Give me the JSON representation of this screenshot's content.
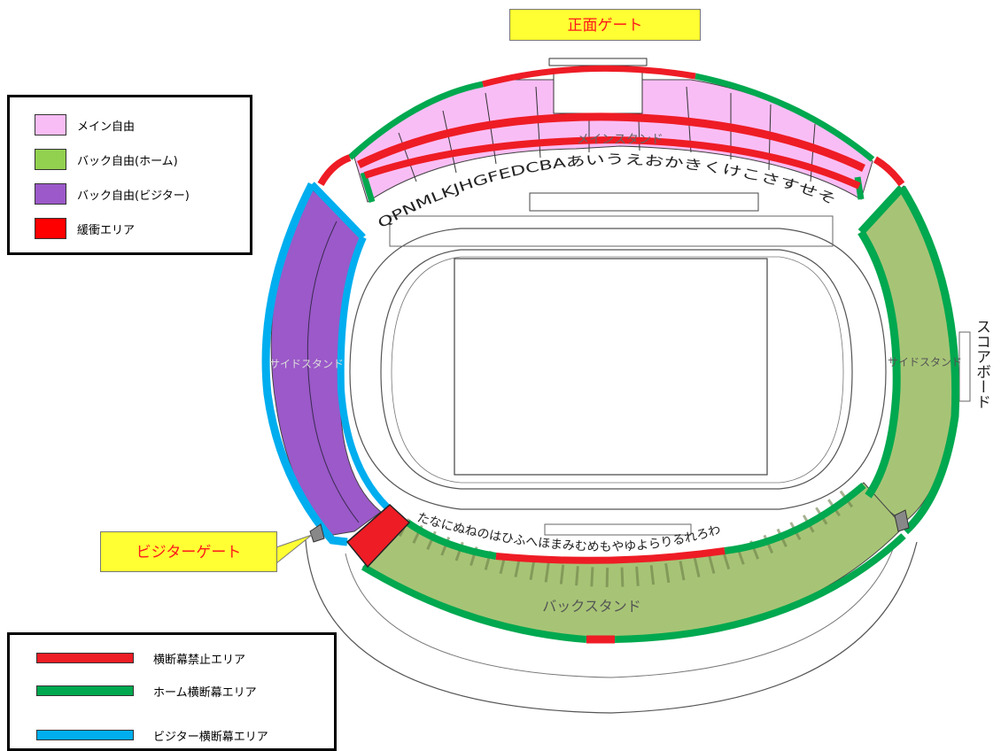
{
  "gates": {
    "main": "正面ゲート",
    "visitor": "ビジターゲート"
  },
  "stands": {
    "main": "メインスタンド",
    "side_left": "サイドスタンド",
    "side_right": "サイドスタンド",
    "back": "バックスタンド",
    "scoreboard": "スコアボード"
  },
  "main_row_labels": "QPNMLKJHGFEDCBAあいうえおかきくけこさすせそ",
  "back_row_labels": "たなにぬねのはひふへほまみむめもやゆよらりるれろわ",
  "seat_legend": [
    {
      "label": "メイン自由",
      "color": "#f9bdf5"
    },
    {
      "label": "バック自由(ホーム)",
      "color": "#92d050"
    },
    {
      "label": "バック自由(ビジター)",
      "color": "#9b59c9"
    },
    {
      "label": "緩衝エリア",
      "color": "#ff0000"
    }
  ],
  "banner_legend": [
    {
      "label": "横断幕禁止エリア",
      "color": "#ff0000"
    },
    {
      "label": "ホーム横断幕エリア",
      "color": "#00a84f"
    },
    {
      "label": "ビジター横断幕エリア",
      "color": "#00aeef"
    }
  ]
}
